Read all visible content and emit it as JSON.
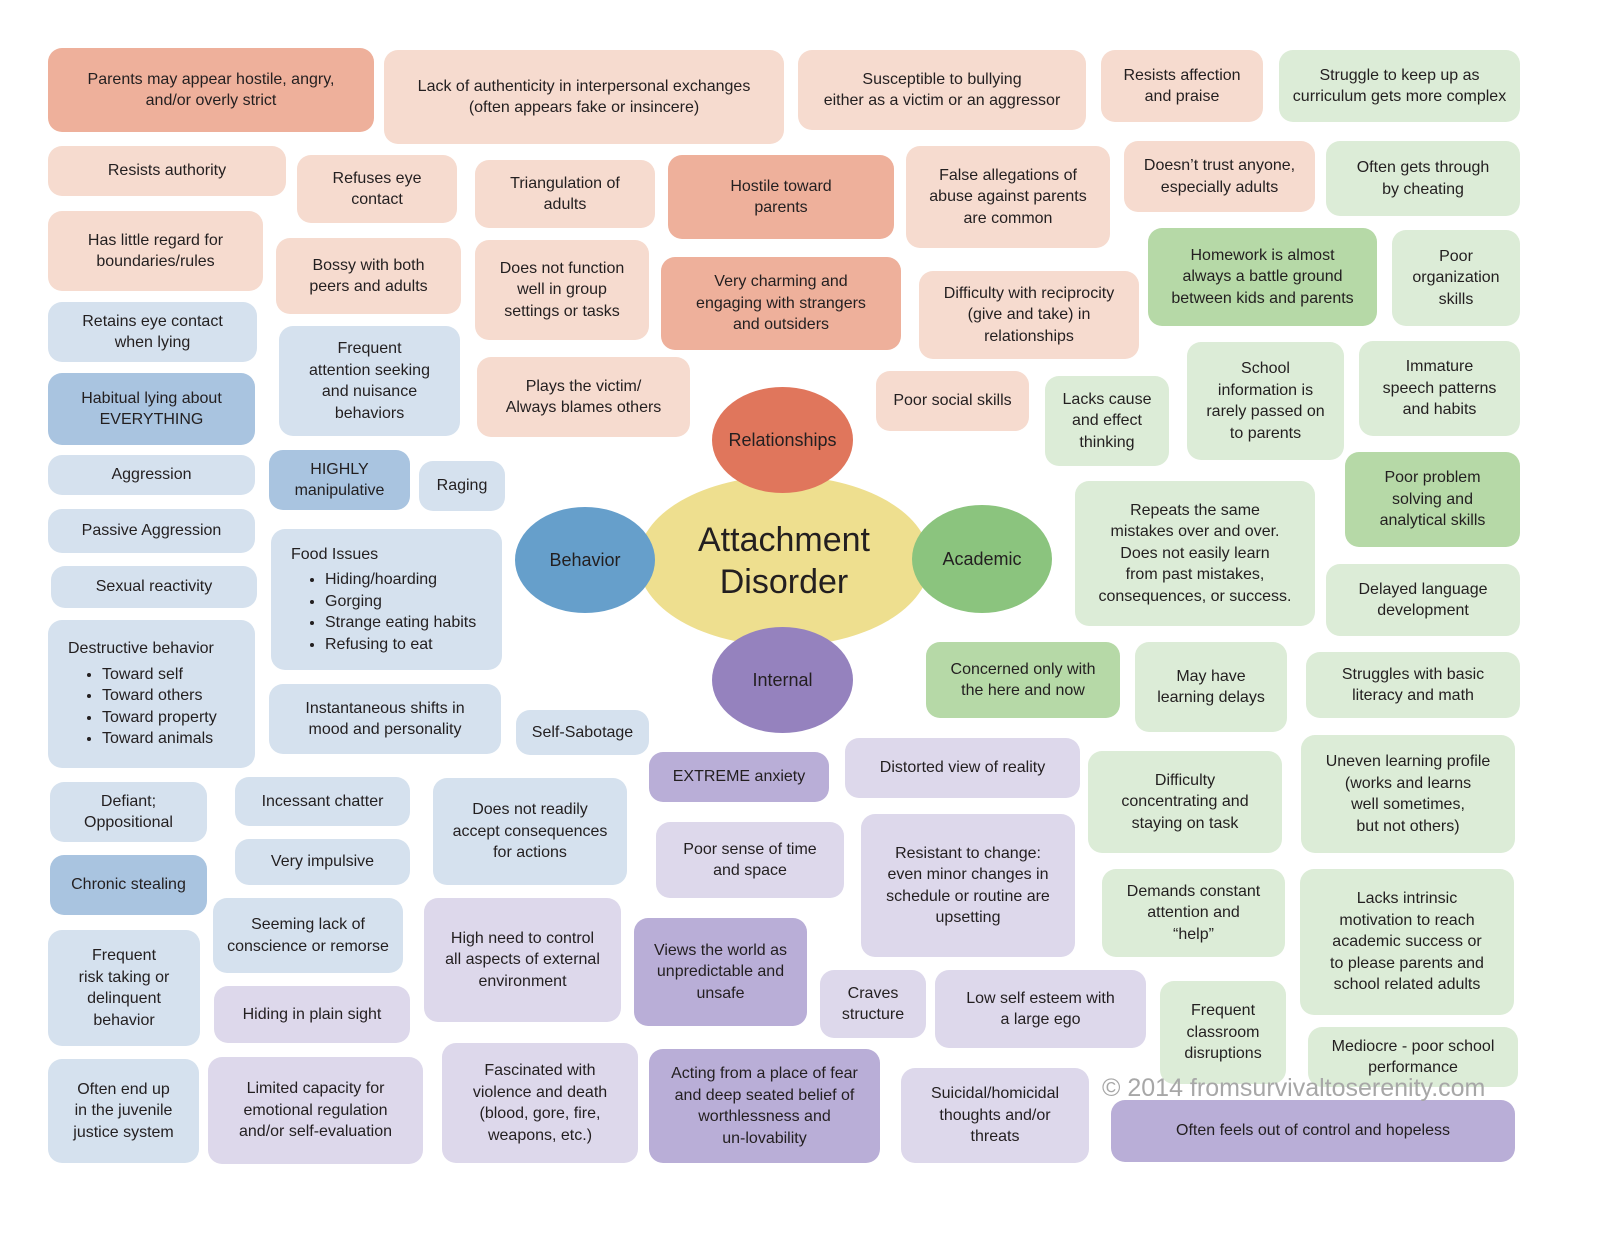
{
  "palette": {
    "relationships_dark": "#eeb09b",
    "relationships_light": "#f6dbcf",
    "academic_mid": "#b6d9a7",
    "academic_light": "#dcecd7",
    "behavior_mid": "#a9c4e0",
    "behavior_light": "#d5e1ee",
    "internal_mid": "#b9aed7",
    "internal_light": "#ddd8eb",
    "center": "#eedf8f",
    "relationships_circle": "#e0765c",
    "behavior_circle": "#669fcb",
    "academic_circle": "#8bc47e",
    "internal_circle": "#9582be"
  },
  "center": {
    "line1": "Attachment",
    "line2": "Disorder"
  },
  "categories": {
    "relationships": "Relationships",
    "behavior": "Behavior",
    "academic": "Academic",
    "internal": "Internal"
  },
  "copyright": "© 2014 fromsurvivaltoserenity.com",
  "boxes": [
    {
      "tone": "relationships_dark",
      "lines": [
        "Parents may appear hostile, angry,",
        "and/or overly strict"
      ]
    },
    {
      "tone": "relationships_light",
      "lines": [
        "Lack of authenticity in interpersonal exchanges",
        "(often appears fake or insincere)"
      ]
    },
    {
      "tone": "relationships_light",
      "lines": [
        "Susceptible to bullying",
        "either as a victim or an aggressor"
      ]
    },
    {
      "tone": "relationships_light",
      "lines": [
        "Resists affection",
        "and praise"
      ]
    },
    {
      "tone": "relationships_light",
      "lines": [
        "Resists authority"
      ]
    },
    {
      "tone": "relationships_light",
      "lines": [
        "Refuses eye",
        "contact"
      ]
    },
    {
      "tone": "relationships_light",
      "lines": [
        "Triangulation of",
        "adults"
      ]
    },
    {
      "tone": "relationships_dark",
      "lines": [
        "Hostile toward",
        "parents"
      ]
    },
    {
      "tone": "relationships_light",
      "lines": [
        "False allegations of",
        "abuse against parents",
        "are common"
      ]
    },
    {
      "tone": "relationships_light",
      "lines": [
        "Doesn’t trust anyone,",
        "especially adults"
      ]
    },
    {
      "tone": "relationships_light",
      "lines": [
        "Has little regard for",
        "boundaries/rules"
      ]
    },
    {
      "tone": "relationships_light",
      "lines": [
        "Bossy with both",
        "peers and adults"
      ]
    },
    {
      "tone": "relationships_light",
      "lines": [
        "Does not function",
        "well in group",
        "settings or tasks"
      ]
    },
    {
      "tone": "relationships_dark",
      "lines": [
        "Very charming and",
        "engaging with strangers",
        "and outsiders"
      ]
    },
    {
      "tone": "relationships_light",
      "lines": [
        "Difficulty with reciprocity",
        "(give and take) in",
        "relationships"
      ]
    },
    {
      "tone": "relationships_light",
      "lines": [
        "Plays the victim/",
        "Always blames others"
      ]
    },
    {
      "tone": "relationships_light",
      "lines": [
        "Poor social skills"
      ]
    },
    {
      "tone": "academic_light",
      "lines": [
        "Struggle to keep up as",
        "curriculum gets more complex"
      ]
    },
    {
      "tone": "academic_light",
      "lines": [
        "Often gets through",
        "by cheating"
      ]
    },
    {
      "tone": "academic_mid",
      "lines": [
        "Homework is almost",
        "always a battle ground",
        "between kids and parents"
      ]
    },
    {
      "tone": "academic_light",
      "lines": [
        "Poor",
        "organization",
        "skills"
      ]
    },
    {
      "tone": "academic_light",
      "lines": [
        "Lacks cause",
        "and effect",
        "thinking"
      ]
    },
    {
      "tone": "academic_light",
      "lines": [
        "School",
        "information is",
        "rarely passed on",
        "to parents"
      ]
    },
    {
      "tone": "academic_light",
      "lines": [
        "Immature",
        "speech patterns",
        "and habits"
      ]
    },
    {
      "tone": "academic_mid",
      "lines": [
        "Poor problem",
        "solving  and",
        "analytical skills"
      ]
    },
    {
      "tone": "academic_light",
      "lines": [
        "Repeats the same",
        "mistakes over and over.",
        "Does not easily learn",
        "from past mistakes,",
        "consequences, or success."
      ]
    },
    {
      "tone": "academic_light",
      "lines": [
        "Delayed language",
        "development"
      ]
    },
    {
      "tone": "academic_mid",
      "lines": [
        "Concerned only with",
        "the here and now"
      ]
    },
    {
      "tone": "academic_light",
      "lines": [
        "May have",
        "learning delays"
      ]
    },
    {
      "tone": "academic_light",
      "lines": [
        "Struggles with basic",
        "literacy and math"
      ]
    },
    {
      "tone": "academic_light",
      "lines": [
        "Difficulty",
        "concentrating and",
        "staying on task"
      ]
    },
    {
      "tone": "academic_light",
      "lines": [
        "Uneven learning profile",
        "(works and learns",
        "well sometimes,",
        "but not others)"
      ]
    },
    {
      "tone": "academic_light",
      "lines": [
        "Demands constant",
        "attention and",
        "“help”"
      ]
    },
    {
      "tone": "academic_light",
      "lines": [
        "Lacks intrinsic",
        "motivation to reach",
        "academic success or",
        "to please parents and",
        "school related adults"
      ]
    },
    {
      "tone": "academic_light",
      "lines": [
        "Frequent",
        "classroom",
        "disruptions"
      ]
    },
    {
      "tone": "academic_light",
      "lines": [
        "Mediocre - poor school",
        "performance"
      ]
    },
    {
      "tone": "behavior_light",
      "lines": [
        "Retains eye contact",
        "when lying"
      ]
    },
    {
      "tone": "behavior_mid",
      "lines": [
        "Habitual lying about",
        "EVERYTHING"
      ]
    },
    {
      "tone": "behavior_light",
      "lines": [
        "Frequent",
        "attention seeking",
        "and nuisance",
        "behaviors"
      ]
    },
    {
      "tone": "behavior_light",
      "lines": [
        "Aggression"
      ]
    },
    {
      "tone": "behavior_mid",
      "lines": [
        "HIGHLY",
        "manipulative"
      ]
    },
    {
      "tone": "behavior_light",
      "lines": [
        "Raging"
      ]
    },
    {
      "tone": "behavior_light",
      "lines": [
        "Passive Aggression"
      ]
    },
    {
      "tone": "behavior_light",
      "title": "Food Issues",
      "bullets": [
        "Hiding/hoarding",
        "Gorging",
        "Strange eating habits",
        "Refusing to eat"
      ]
    },
    {
      "tone": "behavior_light",
      "lines": [
        "Sexual reactivity"
      ]
    },
    {
      "tone": "behavior_light",
      "title": "Destructive behavior",
      "bullets": [
        "Toward self",
        "Toward others",
        "Toward property",
        "Toward animals"
      ]
    },
    {
      "tone": "behavior_light",
      "lines": [
        "Instantaneous shifts in",
        "mood and personality"
      ]
    },
    {
      "tone": "behavior_light",
      "lines": [
        "Self-Sabotage"
      ]
    },
    {
      "tone": "behavior_light",
      "lines": [
        "Defiant;",
        "Oppositional"
      ]
    },
    {
      "tone": "behavior_light",
      "lines": [
        "Incessant chatter"
      ]
    },
    {
      "tone": "behavior_light",
      "lines": [
        "Does not readily",
        "accept consequences",
        "for actions"
      ]
    },
    {
      "tone": "behavior_light",
      "lines": [
        "Very impulsive"
      ]
    },
    {
      "tone": "behavior_mid",
      "lines": [
        "Chronic stealing"
      ]
    },
    {
      "tone": "behavior_light",
      "lines": [
        "Seeming lack of",
        "conscience or remorse"
      ]
    },
    {
      "tone": "behavior_light",
      "lines": [
        "Frequent",
        "risk taking or",
        "delinquent",
        "behavior"
      ]
    },
    {
      "tone": "behavior_light",
      "lines": [
        "Often end up",
        "in the juvenile",
        "justice system"
      ]
    },
    {
      "tone": "internal_mid",
      "lines": [
        "EXTREME anxiety"
      ]
    },
    {
      "tone": "internal_light",
      "lines": [
        "Distorted view of reality"
      ]
    },
    {
      "tone": "internal_light",
      "lines": [
        "Poor sense of time",
        "and space"
      ]
    },
    {
      "tone": "internal_light",
      "lines": [
        "Resistant to change:",
        "even minor changes in",
        "schedule or routine are",
        "upsetting"
      ]
    },
    {
      "tone": "internal_light",
      "lines": [
        "High need to control",
        "all aspects of external",
        "environment"
      ]
    },
    {
      "tone": "internal_mid",
      "lines": [
        "Views the world as",
        "unpredictable and",
        "unsafe"
      ]
    },
    {
      "tone": "internal_light",
      "lines": [
        "Craves",
        "structure"
      ]
    },
    {
      "tone": "internal_light",
      "lines": [
        "Low self esteem with",
        "a large ego"
      ]
    },
    {
      "tone": "internal_light",
      "lines": [
        "Hiding in plain sight"
      ]
    },
    {
      "tone": "internal_light",
      "lines": [
        "Limited capacity  for",
        "emotional regulation",
        "and/or self-evaluation"
      ]
    },
    {
      "tone": "internal_light",
      "lines": [
        "Fascinated with",
        "violence and death",
        "(blood, gore, fire,",
        "weapons, etc.)"
      ]
    },
    {
      "tone": "internal_mid",
      "lines": [
        "Acting from a place of fear",
        "and deep seated belief of",
        "worthlessness and",
        "un-lovability"
      ]
    },
    {
      "tone": "internal_light",
      "lines": [
        "Suicidal/homicidal",
        "thoughts and/or",
        "threats"
      ]
    },
    {
      "tone": "internal_mid",
      "lines": [
        "Often feels out of control and hopeless"
      ]
    }
  ]
}
